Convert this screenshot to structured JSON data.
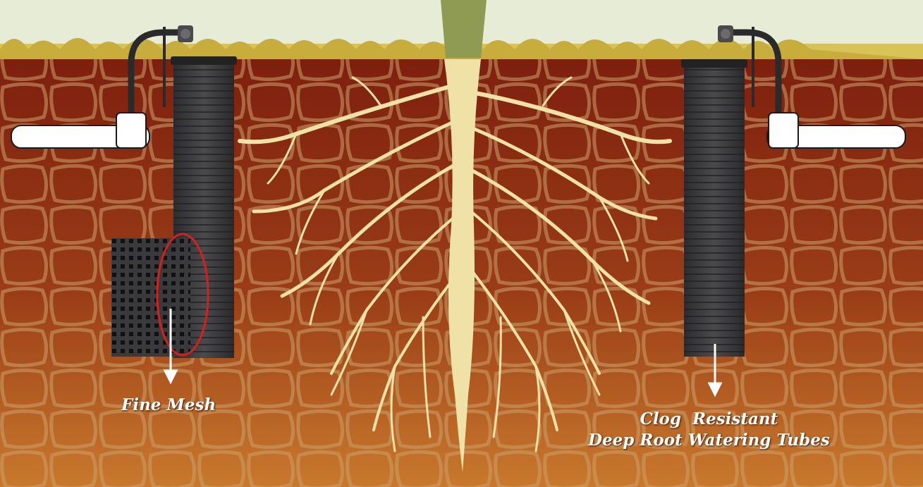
{
  "labels": {
    "fine_mesh": "Fine Mesh",
    "tubes_line1": "Clog  Resistant",
    "tubes_line2": "Deep Root Watering Tubes"
  },
  "colors": {
    "sky": "#e7ecd6",
    "grass": "#d8c358",
    "soil_top": "#7d1f0e",
    "soil_bottom": "#c9792d",
    "cell_line": "#caa06a",
    "root": "#f0e2a6",
    "tube": "#3d3d3f",
    "pipe": "#ffffff",
    "highlight_ring": "#d42020",
    "arrow": "#ffffff"
  },
  "icons": [
    "water-emitter-icon",
    "down-arrow-icon"
  ]
}
